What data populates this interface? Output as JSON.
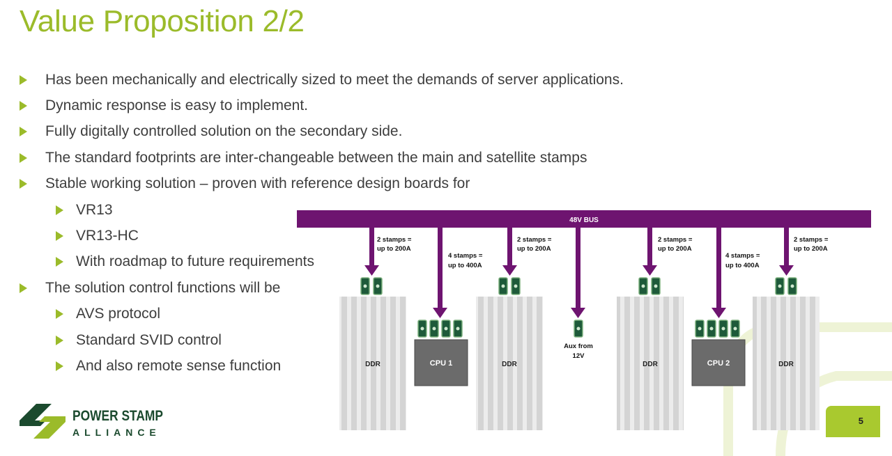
{
  "title": "Value Proposition 2/2",
  "bullets": [
    {
      "text": "Has been mechanically and electrically sized to meet the demands of server applications.",
      "level": 1
    },
    {
      "text": "Dynamic response is easy to implement.",
      "level": 1
    },
    {
      "text": "Fully digitally  controlled solution on the secondary side.",
      "level": 1
    },
    {
      "text": "The standard footprints are inter-changeable between the main and satellite stamps",
      "level": 1
    },
    {
      "text": "Stable working solution – proven with reference design boards for",
      "level": 1
    },
    {
      "text": "VR13",
      "level": 2
    },
    {
      "text": "VR13-HC",
      "level": 2
    },
    {
      "text": "With roadmap to future requirements",
      "level": 2
    },
    {
      "text": "The solution control functions will  be",
      "level": 1
    },
    {
      "text": "AVS protocol",
      "level": 2
    },
    {
      "text": "Standard SVID control",
      "level": 2
    },
    {
      "text": "And also remote sense function",
      "level": 2
    }
  ],
  "diagram": {
    "bus_label": "48V BUS",
    "labels": {
      "s2a_1": "2 stamps =",
      "s2a_2": "up to 200A",
      "s4a_1": "4 stamps =",
      "s4a_2": "up to 400A",
      "s2b_1": "2 stamps =",
      "s2b_2": "up to 200A",
      "aux_1": "Aux from",
      "aux_2": "12V",
      "s2c_1": "2 stamps =",
      "s2c_2": "up to 200A",
      "s4b_1": "4 stamps =",
      "s4b_2": "up to 400A",
      "s2d_1": "2 stamps =",
      "s2d_2": "up to 200A"
    },
    "ddr_1": "DDR",
    "ddr_2": "DDR",
    "ddr_3": "DDR",
    "ddr_4": "DDR",
    "cpu_1": "CPU 1",
    "cpu_2": "CPU 2"
  },
  "logo": {
    "line1": "POWER STAMP",
    "line2": "ALLIANCE"
  },
  "page_number": "5",
  "colors": {
    "accent": "#9bbb2a",
    "bus": "#6e1470",
    "stamp": "#1e5a3a",
    "cpu": "#6b6b6b"
  }
}
